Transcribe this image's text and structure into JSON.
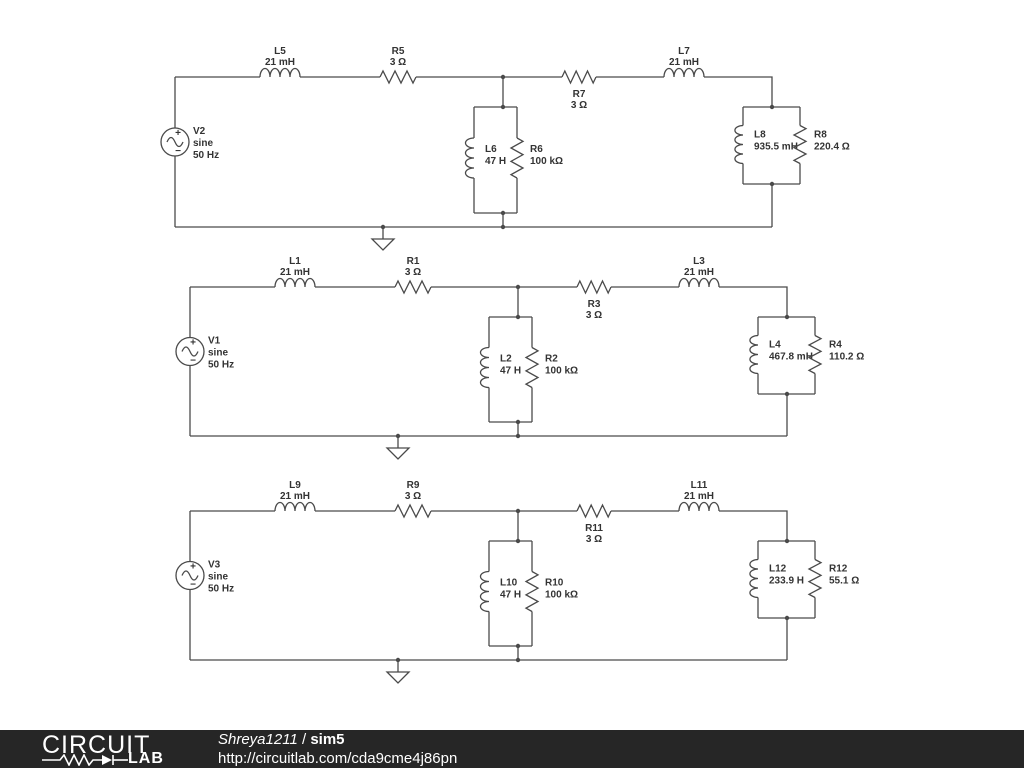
{
  "circuits": [
    {
      "source": {
        "name": "V2",
        "type": "sine",
        "freq": "50 Hz"
      },
      "series_l": {
        "name": "L5",
        "value": "21 mH"
      },
      "series_r": {
        "name": "R5",
        "value": "3 Ω"
      },
      "shunt_l": {
        "name": "L6",
        "value": "47 H"
      },
      "shunt_r": {
        "name": "R6",
        "value": "100 kΩ"
      },
      "mid_r": {
        "name": "R7",
        "value": "3 Ω"
      },
      "out_l": {
        "name": "L7",
        "value": "21 mH"
      },
      "load_l": {
        "name": "L8",
        "value": "935.5 mH"
      },
      "load_r": {
        "name": "R8",
        "value": "220.4 Ω"
      }
    },
    {
      "source": {
        "name": "V1",
        "type": "sine",
        "freq": "50 Hz"
      },
      "series_l": {
        "name": "L1",
        "value": "21 mH"
      },
      "series_r": {
        "name": "R1",
        "value": "3 Ω"
      },
      "shunt_l": {
        "name": "L2",
        "value": "47 H"
      },
      "shunt_r": {
        "name": "R2",
        "value": "100 kΩ"
      },
      "mid_r": {
        "name": "R3",
        "value": "3 Ω"
      },
      "out_l": {
        "name": "L3",
        "value": "21 mH"
      },
      "load_l": {
        "name": "L4",
        "value": "467.8 mH"
      },
      "load_r": {
        "name": "R4",
        "value": "110.2 Ω"
      }
    },
    {
      "source": {
        "name": "V3",
        "type": "sine",
        "freq": "50 Hz"
      },
      "series_l": {
        "name": "L9",
        "value": "21 mH"
      },
      "series_r": {
        "name": "R9",
        "value": "3 Ω"
      },
      "shunt_l": {
        "name": "L10",
        "value": "47 H"
      },
      "shunt_r": {
        "name": "R10",
        "value": "100 kΩ"
      },
      "mid_r": {
        "name": "R11",
        "value": "3 Ω"
      },
      "out_l": {
        "name": "L11",
        "value": "21 mH"
      },
      "load_l": {
        "name": "L12",
        "value": "233.9 H"
      },
      "load_r": {
        "name": "R12",
        "value": "55.1 Ω"
      }
    }
  ],
  "footer": {
    "logo_top": "CIRCUIT",
    "logo_bottom": "LAB",
    "user": "Shreya1211",
    "separator": " / ",
    "name": "sim5",
    "url": "http://circuitlab.com/cda9cme4j86pn"
  },
  "colors": {
    "wire": "#4a4a4a",
    "footer_bg": "#262626",
    "text": "#333333"
  }
}
